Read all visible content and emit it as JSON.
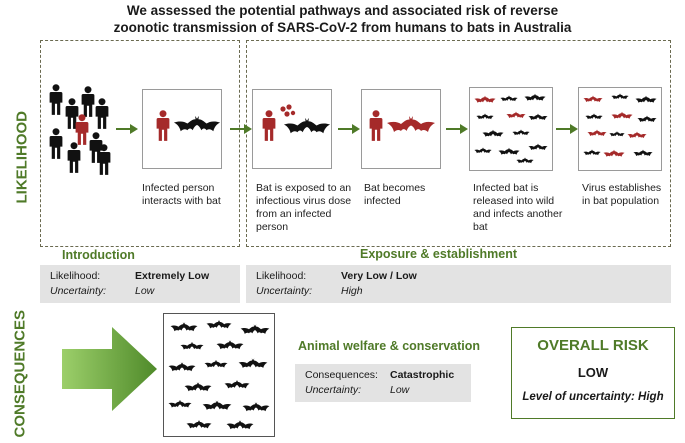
{
  "title": {
    "line1": "We assessed the potential pathways and associated risk of reverse",
    "line2": "zoonotic transmission of SARS-CoV-2 from humans to bats in Australia"
  },
  "side_labels": {
    "likelihood": "LIKELIHOOD",
    "consequences": "CONSEQUENCES"
  },
  "steps": [
    {
      "caption": "Infected person interacts with bat"
    },
    {
      "caption": "Bat is exposed to an infectious virus dose from an infected person"
    },
    {
      "caption": "Bat becomes infected"
    },
    {
      "caption": "Infected bat is released into wild and infects another bat"
    },
    {
      "caption": "Virus establishes in bat population"
    }
  ],
  "introduction": {
    "heading": "Introduction",
    "likelihood_label": "Likelihood:",
    "likelihood_value": "Extremely Low",
    "uncertainty_label": "Uncertainty:",
    "uncertainty_value": "Low"
  },
  "exposure": {
    "heading": "Exposure & establishment",
    "likelihood_label": "Likelihood:",
    "likelihood_value": "Very Low / Low",
    "uncertainty_label": "Uncertainty:",
    "uncertainty_value": "High"
  },
  "consequence": {
    "heading": "Animal welfare & conservation",
    "consequences_label": "Consequences:",
    "consequences_value": "Catastrophic",
    "uncertainty_label": "Uncertainty:",
    "uncertainty_value": "Low"
  },
  "overall": {
    "heading": "OVERALL RISK",
    "value": "LOW",
    "uncertainty": "Level of uncertainty: High"
  },
  "colors": {
    "accent_green": "#4f7a28",
    "infected_red": "#a52a2a",
    "bat_black": "#111111",
    "panel_gray": "#e3e3e3"
  },
  "icons": [
    "person-icon",
    "bat-icon",
    "virus-particle-icon",
    "arrow-icon"
  ]
}
